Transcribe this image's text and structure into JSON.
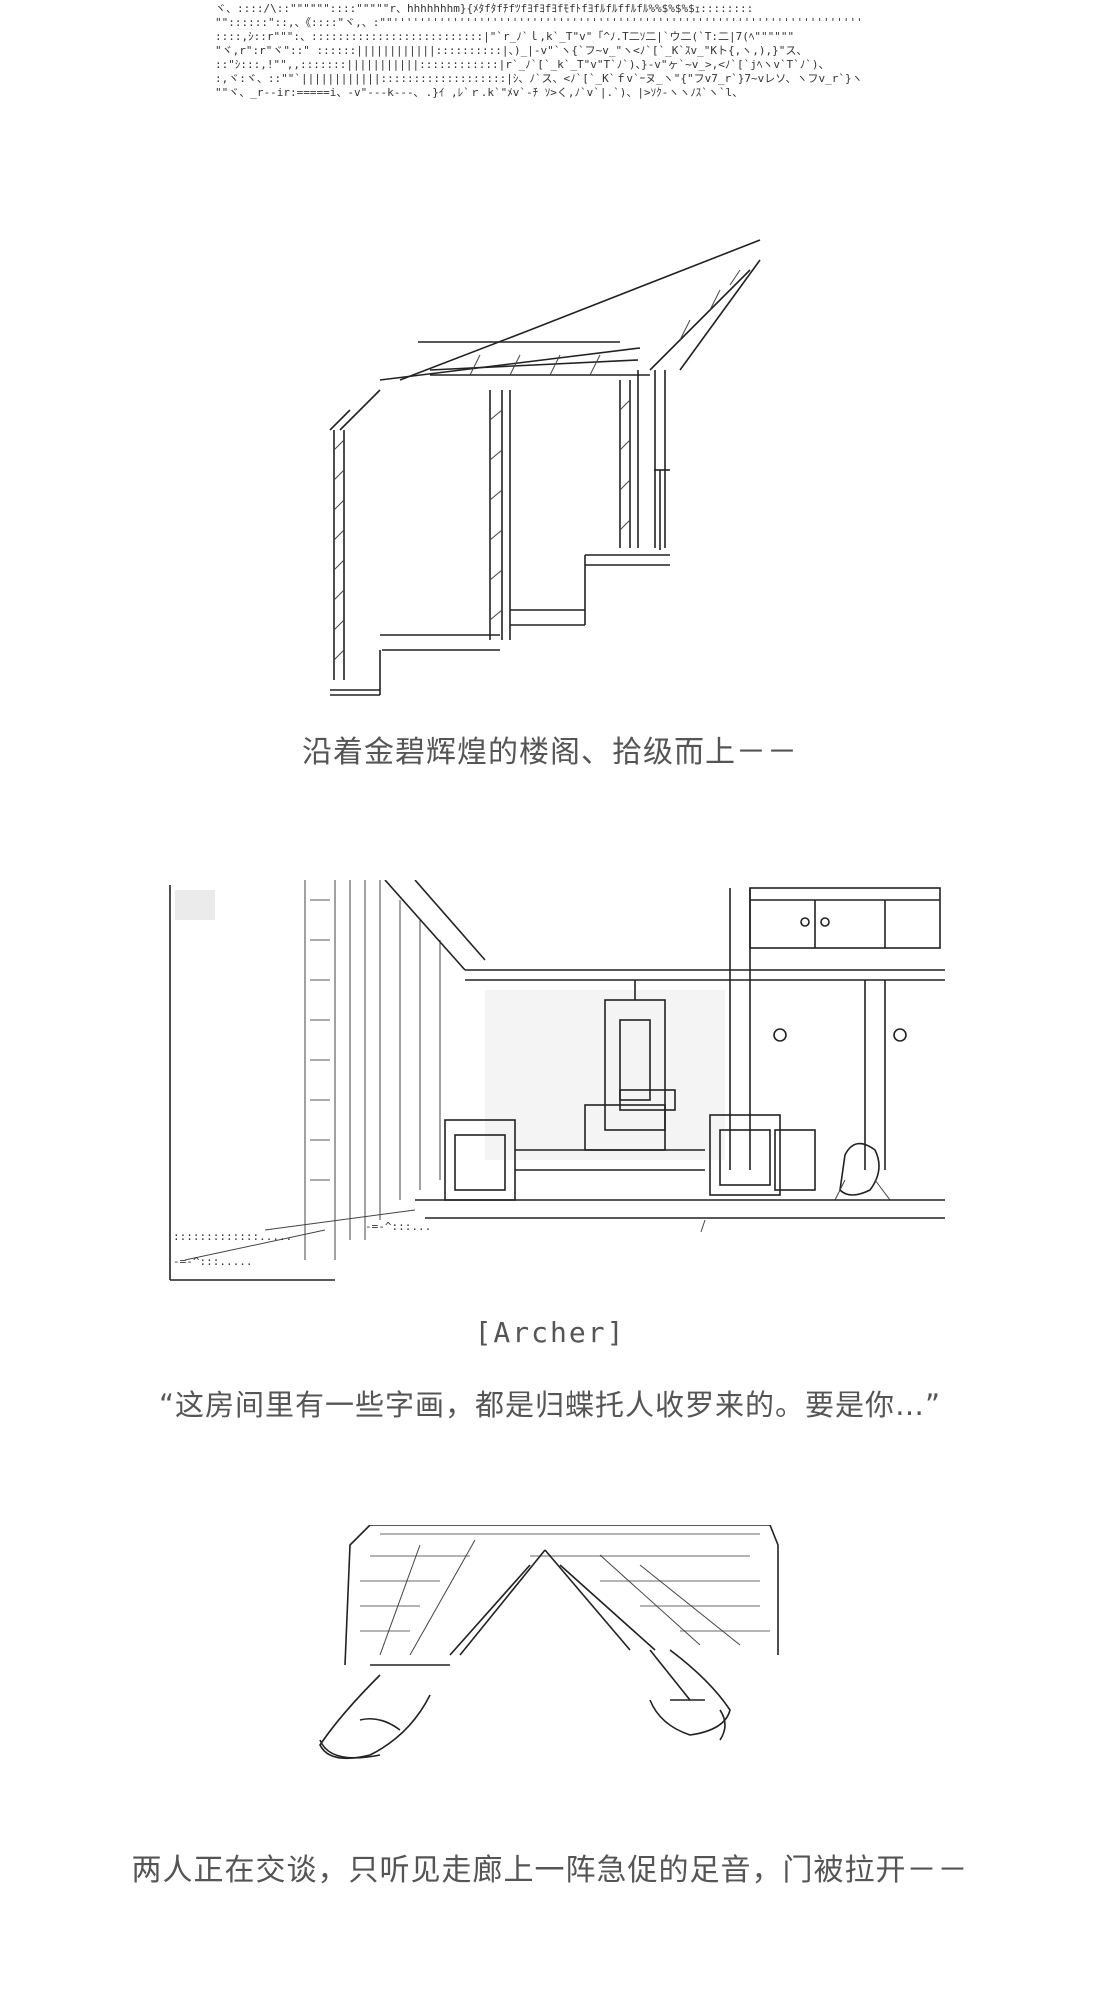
{
  "captions": {
    "stairs": "沿着金碧辉煌的楼阁、拾级而上－－",
    "speaker": "[Archer]",
    "dialogue": "“这房间里有一些字画，都是归蝶托人收罗来的。要是你…”",
    "footsteps": "两人正在交谈，只听见走廊上一阵急促的足音，门被拉开－－"
  },
  "colors": {
    "background": "#ffffff",
    "text": "#555555",
    "art": "#222222"
  }
}
